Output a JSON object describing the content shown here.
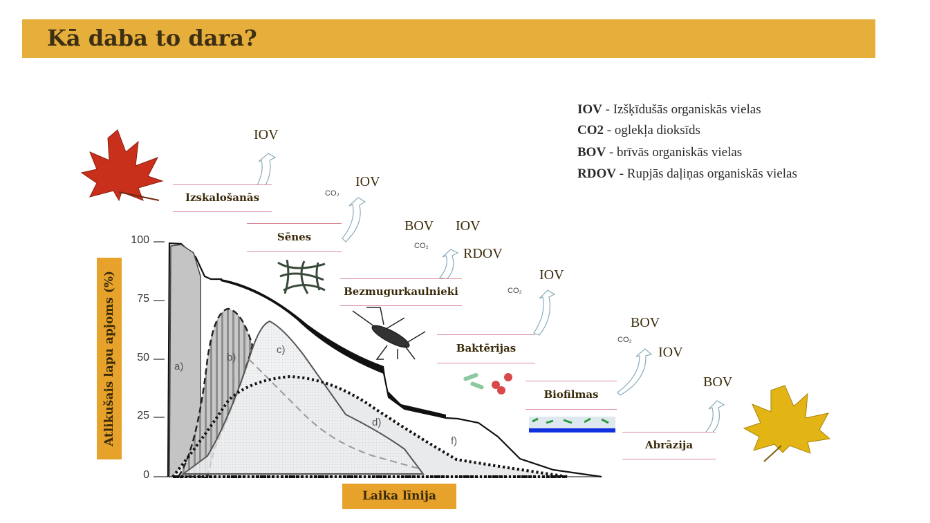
{
  "title": "Kā daba to dara?",
  "legend": [
    {
      "abbr": "IOV",
      "text": " - Izšķīdušās organiskās vielas"
    },
    {
      "abbr": "CO2",
      "text": " - oglekļa dioksīds"
    },
    {
      "abbr": "BOV",
      "text": " - brīvās organiskās vielas"
    },
    {
      "abbr": "RDOV",
      "text": " - Rupjās daļiņas organiskās vielas"
    }
  ],
  "stages": [
    "Izskalošanās",
    "Sēnes",
    "Bezmugurkaulnieki",
    "Baktērijas",
    "Biofilmas",
    "Abrāzija"
  ],
  "outputs": {
    "leaching": [
      "IOV"
    ],
    "fungi": [
      "CO2",
      "IOV"
    ],
    "invertebrates": [
      "BOV",
      "IOV",
      "CO2",
      "RDOV"
    ],
    "bacteria": [
      "CO2",
      "IOV"
    ],
    "biofilms": [
      "BOV",
      "CO2",
      "IOV"
    ],
    "abrasion": [
      "BOV"
    ]
  },
  "co2_label": "CO₂",
  "chart": {
    "ylabel": "Atlikušais lapu apjoms (%)",
    "xlabel": "Laika līnija",
    "yticks": [
      "100",
      "75",
      "50",
      "25",
      "0"
    ],
    "curve_labels": [
      "a)",
      "b)",
      "c)",
      "d)",
      "f)"
    ]
  },
  "colors": {
    "accent": "#e6ae3a",
    "label_bg": "#e6a22a",
    "stage_line": "#d88a9a"
  }
}
